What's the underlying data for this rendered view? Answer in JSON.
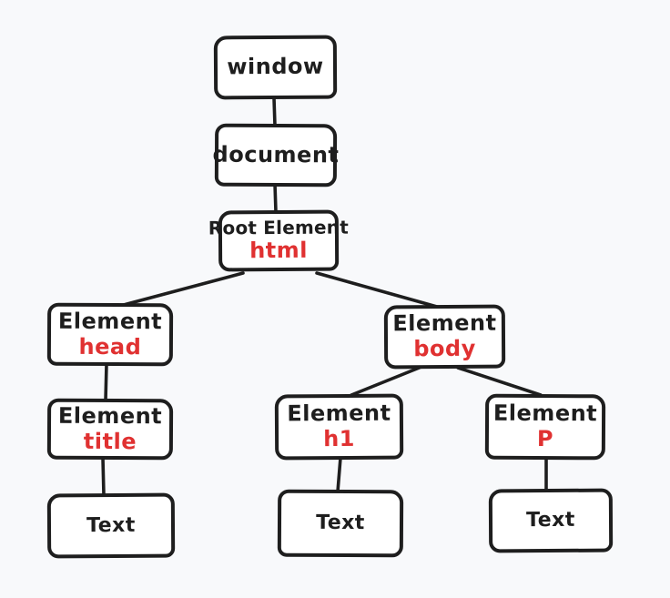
{
  "colors": {
    "background": "#f8f9fb",
    "box_fill": "#ffffff",
    "ink": "#1e1e1e",
    "accent_red": "#e03131"
  },
  "nodes": {
    "window": {
      "label": "window"
    },
    "document": {
      "label": "document"
    },
    "html": {
      "label": "Root Element",
      "tag": "html"
    },
    "head": {
      "label": "Element",
      "tag": "head"
    },
    "body": {
      "label": "Element",
      "tag": "body"
    },
    "title": {
      "label": "Element",
      "tag": "title"
    },
    "h1": {
      "label": "Element",
      "tag": "h1"
    },
    "p": {
      "label": "Element",
      "tag": "P"
    },
    "text_under_title": {
      "label": "Text"
    },
    "text_under_h1": {
      "label": "Text"
    },
    "text_under_p": {
      "label": "Text"
    }
  }
}
